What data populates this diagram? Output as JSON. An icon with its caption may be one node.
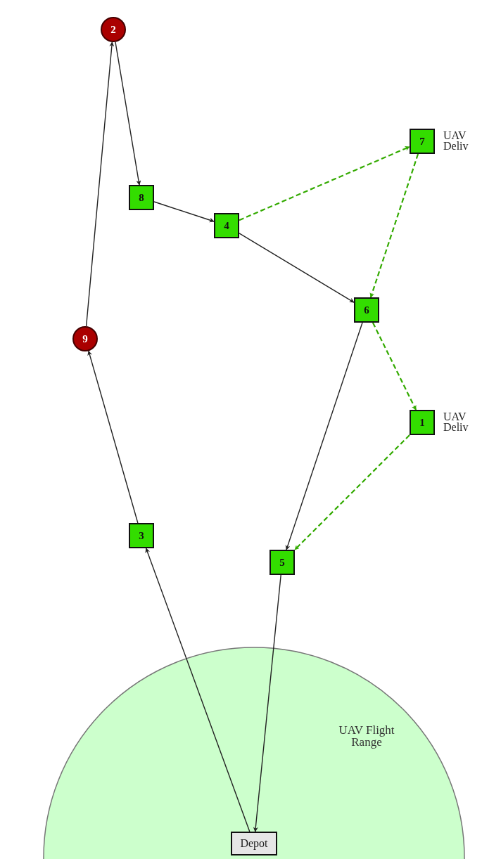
{
  "diagram": {
    "nodes": [
      {
        "text": [
          "2"
        ]
      },
      {
        "text": [
          "7"
        ],
        "beside": [
          "UAV Deliv"
        ]
      },
      {
        "text": [
          "8"
        ]
      },
      {
        "text": [
          "4"
        ]
      },
      {
        "text": [
          "6"
        ]
      },
      {
        "text": [
          "9"
        ]
      },
      {
        "text": [
          "1"
        ],
        "beside": [
          "UAV Deliv"
        ]
      },
      {
        "text": [
          "3"
        ]
      },
      {
        "text": [
          "5"
        ]
      },
      {
        "text": [
          "UAV Flight Range"
        ]
      },
      {
        "text": [
          "Depot"
        ],
        "in": 9
      }
    ],
    "edges": [
      {
        "from": 10,
        "to": 7,
        "arrow": "to"
      },
      {
        "from": 7,
        "to": 5,
        "arrow": "to"
      },
      {
        "from": 5,
        "to": 0,
        "arrow": "to"
      },
      {
        "from": 0,
        "to": 2,
        "arrow": "to"
      },
      {
        "from": 2,
        "to": 3,
        "arrow": "to"
      },
      {
        "from": 3,
        "to": 4,
        "arrow": "to"
      },
      {
        "from": 4,
        "to": 8,
        "arrow": "to"
      },
      {
        "from": 8,
        "to": 10,
        "arrow": "to"
      },
      {
        "from": 3,
        "to": 1,
        "arrow": "to",
        "style": "dashed",
        "color": "#33aa00"
      },
      {
        "from": 1,
        "to": 4,
        "arrow": "to",
        "style": "dashed",
        "color": "#33aa00"
      },
      {
        "from": 4,
        "to": 6,
        "arrow": "to",
        "style": "dashed",
        "color": "#33aa00"
      },
      {
        "from": 6,
        "to": 8,
        "arrow": "to",
        "style": "dashed",
        "color": "#33aa00"
      }
    ]
  }
}
